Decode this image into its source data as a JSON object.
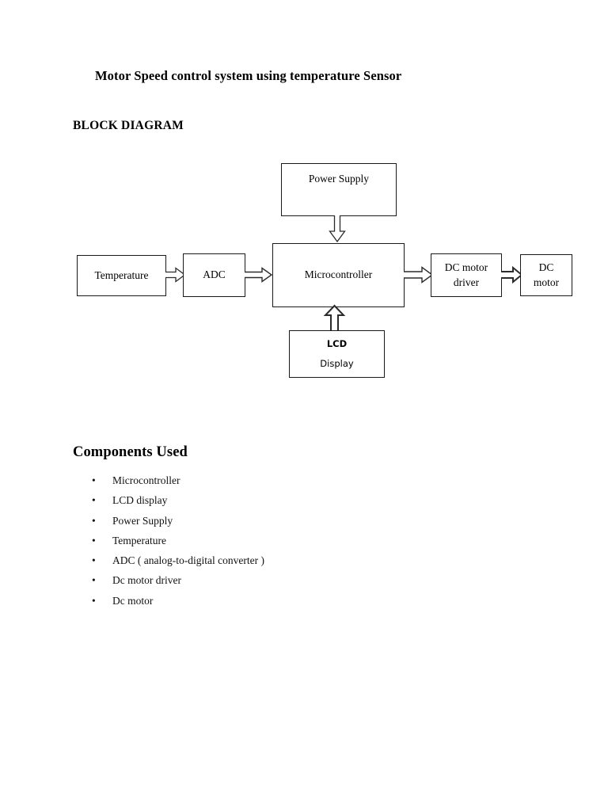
{
  "document": {
    "title": "Motor Speed control system using temperature Sensor",
    "block_diagram_heading": "BLOCK DIAGRAM",
    "components_heading": "Components Used"
  },
  "diagram": {
    "nodes": [
      {
        "id": "power-supply",
        "label": "Power Supply"
      },
      {
        "id": "temperature",
        "label": "Temperature"
      },
      {
        "id": "adc",
        "label": "ADC"
      },
      {
        "id": "microcontroller",
        "label": "Microcontroller"
      },
      {
        "id": "dc-motor-driver",
        "line1": "DC motor",
        "line2": "driver"
      },
      {
        "id": "dc-motor",
        "line1": "DC",
        "line2": "motor"
      },
      {
        "id": "lcd-display",
        "line1": "LCD",
        "line2": "Display"
      }
    ],
    "connections": [
      {
        "from": "power-supply",
        "to": "microcontroller",
        "direction": "down"
      },
      {
        "from": "temperature",
        "to": "adc",
        "direction": "right"
      },
      {
        "from": "adc",
        "to": "microcontroller",
        "direction": "right"
      },
      {
        "from": "microcontroller",
        "to": "dc-motor-driver",
        "direction": "right"
      },
      {
        "from": "dc-motor-driver",
        "to": "dc-motor",
        "direction": "right"
      },
      {
        "from": "lcd-display",
        "to": "microcontroller",
        "direction": "up"
      }
    ],
    "stroke_color": "#1a1a1a",
    "fill_color": "#ffffff"
  },
  "components": {
    "bullet_glyph": "•",
    "items": [
      "Microcontroller",
      "LCD display",
      "Power Supply",
      "Temperature",
      "ADC ( analog-to-digital converter )",
      "Dc motor driver",
      "Dc motor"
    ]
  }
}
